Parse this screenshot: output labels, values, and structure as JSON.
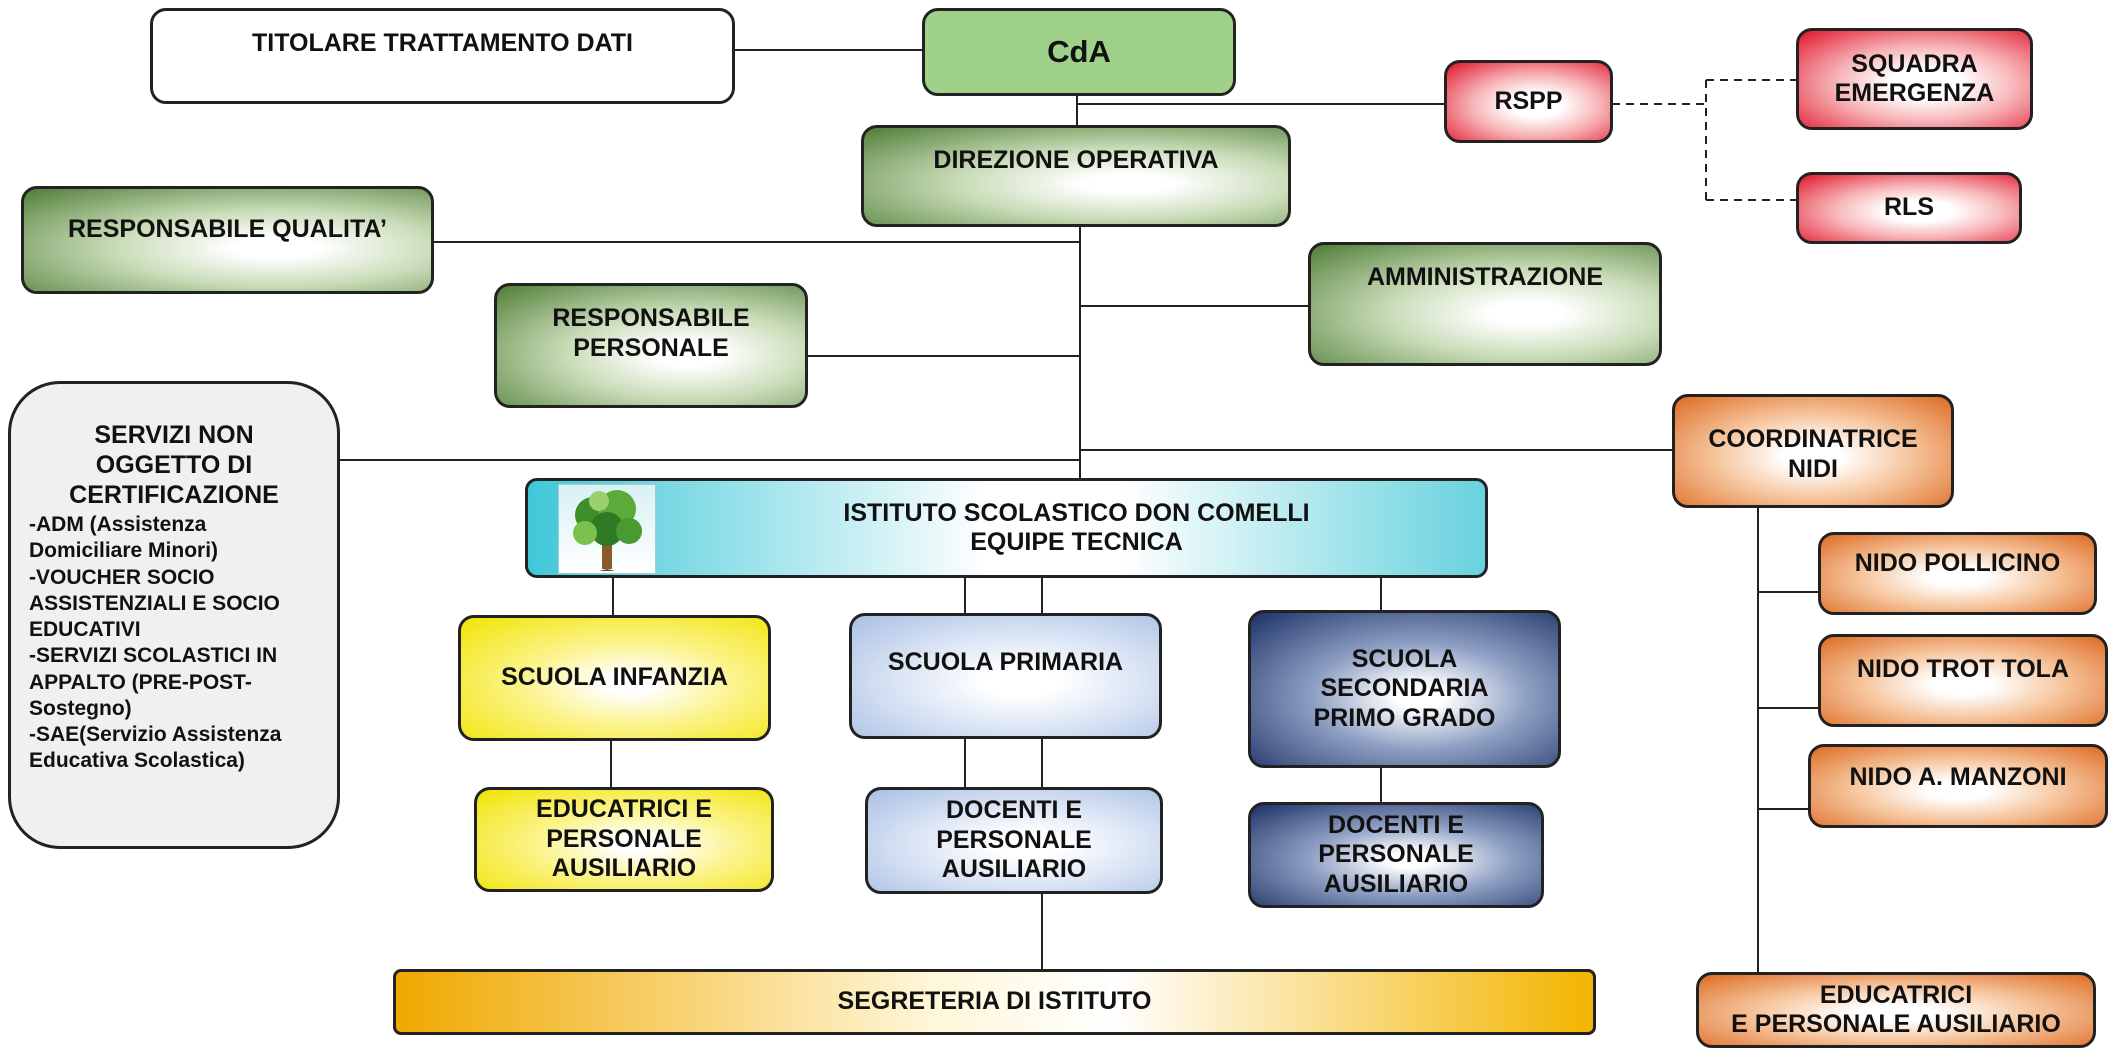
{
  "nodes": {
    "titolare": "TITOLARE TRATTAMENTO DATI",
    "cda": "CdA",
    "rspp": "RSPP",
    "squadra": "SQUADRA\nEMERGENZA",
    "rls": "RLS",
    "direzione": "DIREZIONE OPERATIVA",
    "qualita": "RESPONSABILE QUALITA’",
    "amministrazione": "AMMINISTRAZIONE",
    "personale": "RESPONSABILE\nPERSONALE",
    "coordinatrice": "COORDINATRICE NIDI",
    "servizi_title": "SERVIZI NON\nOGGETTO DI\nCERTIFICAZIONE",
    "servizi_body": "-ADM (Assistenza\nDomiciliare Minori)\n-VOUCHER SOCIO\nASSISTENZIALI E SOCIO\nEDUCATIVI\n-SERVIZI SCOLASTICI IN\nAPPALTO (PRE-POST-\nSostegno)\n-SAE(Servizio Assistenza\nEducativa Scolastica)",
    "istituto": "ISTITUTO SCOLASTICO DON COMELLI\nEQUIPE TECNICA",
    "infanzia": "SCUOLA INFANZIA",
    "primaria": "SCUOLA PRIMARIA",
    "secondaria": "SCUOLA\nSECONDARIA\nPRIMO GRADO",
    "educatrici_infanzia": "EDUCATRICI E\nPERSONALE\nAUSILIARIO",
    "docenti_primaria": "DOCENTI E\nPERSONALE\nAUSILIARIO",
    "docenti_secondaria": "DOCENTI E\nPERSONALE\nAUSILIARIO",
    "segreteria": "SEGRETERIA DI ISTITUTO",
    "nido_pollicino": "NIDO POLLICINO",
    "nido_trot": "NIDO TROT TOLA",
    "nido_manzoni": "NIDO A. MANZONI",
    "educatrici_nidi": "EDUCATRICI\nE PERSONALE AUSILIARIO"
  },
  "logo": {
    "icon": "tree-icon"
  },
  "colors": {
    "line": "#222222",
    "green": "#4f7d36",
    "red": "#e0142a",
    "orange": "#dd6a22",
    "yellow": "#f1e400",
    "navy": "#1c3166",
    "cyan": "#3fc7d7",
    "amber": "#f0a800"
  }
}
